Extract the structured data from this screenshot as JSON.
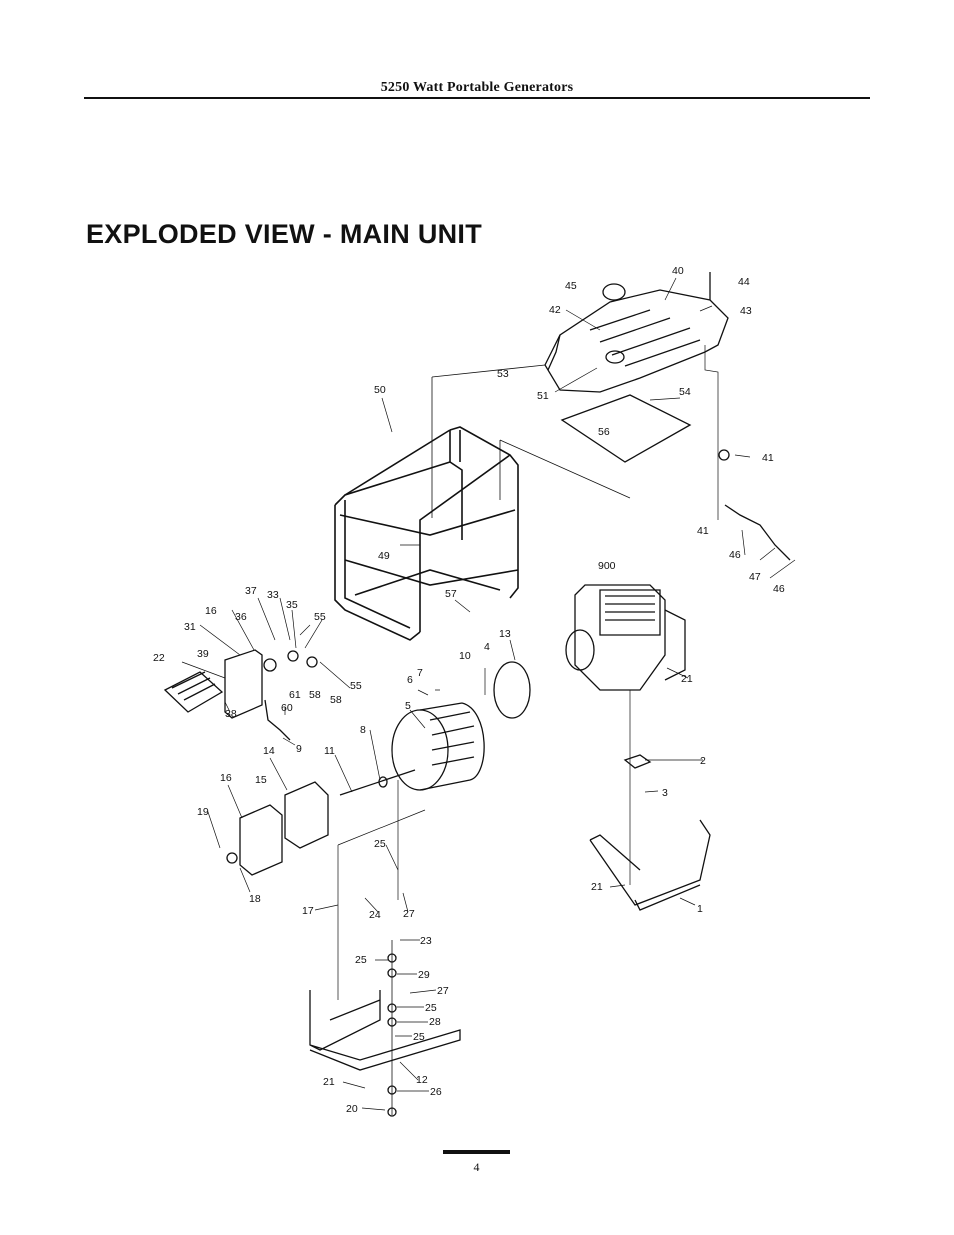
{
  "header": {
    "title": "5250 Watt Portable Generators"
  },
  "section": {
    "title": "EXPLODED VIEW - MAIN UNIT"
  },
  "diagram": {
    "callouts": [
      "1",
      "2",
      "3",
      "4",
      "5",
      "6",
      "7",
      "8",
      "9",
      "10",
      "11",
      "12",
      "13",
      "14",
      "15",
      "16",
      "16",
      "17",
      "18",
      "19",
      "20",
      "21",
      "21",
      "21",
      "22",
      "23",
      "24",
      "25",
      "25",
      "25",
      "25",
      "26",
      "27",
      "27",
      "28",
      "29",
      "31",
      "33",
      "35",
      "36",
      "37",
      "38",
      "39",
      "40",
      "41",
      "41",
      "42",
      "43",
      "44",
      "45",
      "46",
      "46",
      "47",
      "49",
      "50",
      "51",
      "53",
      "54",
      "55",
      "55",
      "56",
      "57",
      "58",
      "58",
      "60",
      "61",
      "900"
    ]
  },
  "footer": {
    "page_number": "4"
  }
}
